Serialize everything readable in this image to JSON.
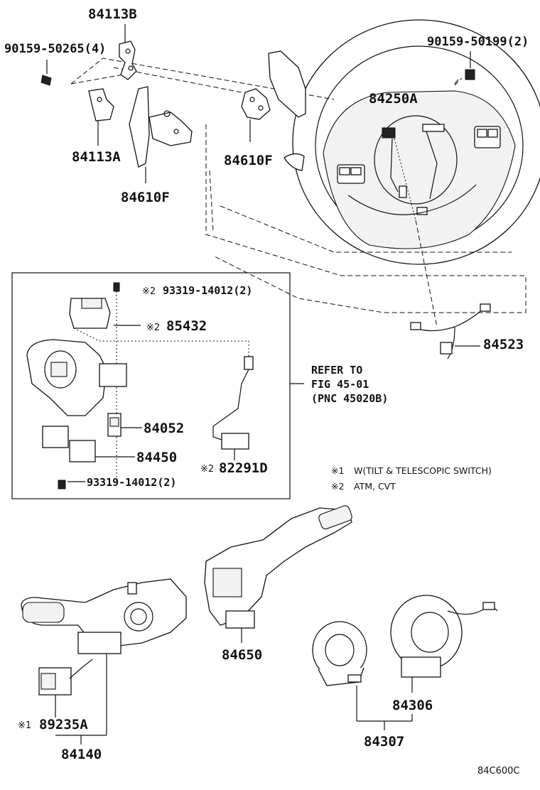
{
  "labels": {
    "p84113B": "84113B",
    "p90159_50265": "90159-50265(4)",
    "p84113A": "84113A",
    "p84610F_left": "84610F",
    "p84610F_right": "84610F",
    "p90159_50199": "90159-50199(2)",
    "p84250A": "84250A",
    "p84523": "84523",
    "p93319_top": "93319-14012(2)",
    "p85432": "85432",
    "p84052": "84052",
    "p84450": "84450",
    "p82291D": "82291D",
    "p93319_bottom": "93319-14012(2)",
    "p84650": "84650",
    "p89235A": "89235A",
    "p84140": "84140",
    "p84306": "84306",
    "p84307": "84307"
  },
  "marks": {
    "note1": "※1",
    "note2": "※2"
  },
  "refer": {
    "line1": "REFER TO",
    "line2": "FIG 45-01",
    "line3": "(PNC 45020B)"
  },
  "notes": {
    "n1_mark": "※1",
    "n1_text": "W(TILT & TELESCOPIC SWITCH)",
    "n2_mark": "※2",
    "n2_text": "ATM, CVT"
  },
  "figure_code": "84C600C"
}
